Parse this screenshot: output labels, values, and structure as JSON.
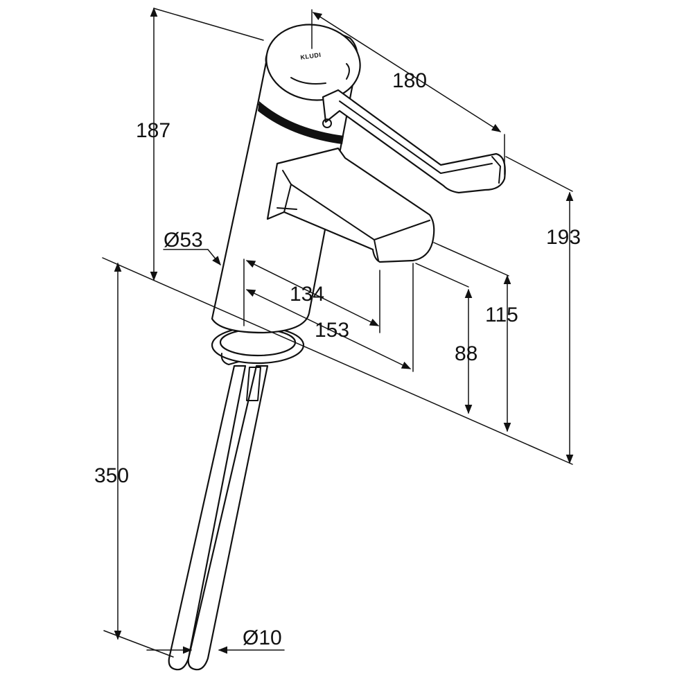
{
  "diagram": {
    "dimensions": {
      "height_total": "187",
      "lever_length": "180",
      "spout_height": "193",
      "body_diameter": "Ø53",
      "spout_reach_inner": "134",
      "spout_reach_outer": "153",
      "spout_clearance_high": "115",
      "spout_clearance_low": "88",
      "hose_length": "350",
      "hose_diameter": "Ø10"
    },
    "logo": "KLUDI"
  }
}
